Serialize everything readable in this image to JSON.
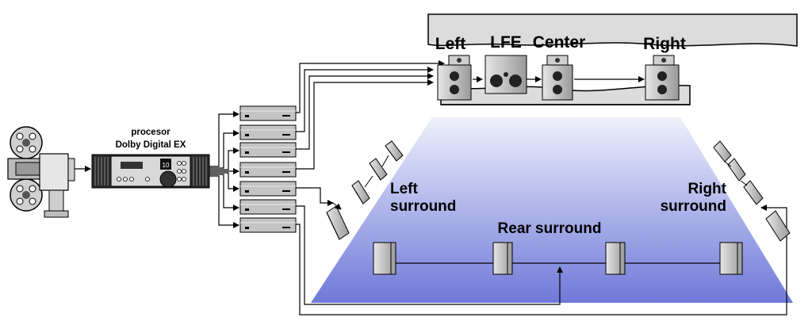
{
  "processor": {
    "title_line1": "procesor",
    "title_line2": "Dolby Digital EX",
    "display_text": "10"
  },
  "front_speakers": {
    "left": "Left",
    "lfe": "LFE",
    "center": "Center",
    "right": "Right"
  },
  "surround": {
    "left_line1": "Left",
    "left_line2": "surround",
    "right_line1": "Right",
    "right_line2": "surround",
    "rear": "Rear surround"
  },
  "colors": {
    "floor_top": "#eef0fb",
    "floor_bottom": "#6f79d9",
    "screen_fill": "#dcdcdc",
    "device_fill": "#bfbfbf"
  },
  "icons": {
    "projector": "film-projector-icon",
    "processor": "dolby-processor-icon",
    "amplifier": "amplifier-unit-icon",
    "speaker": "speaker-icon"
  }
}
